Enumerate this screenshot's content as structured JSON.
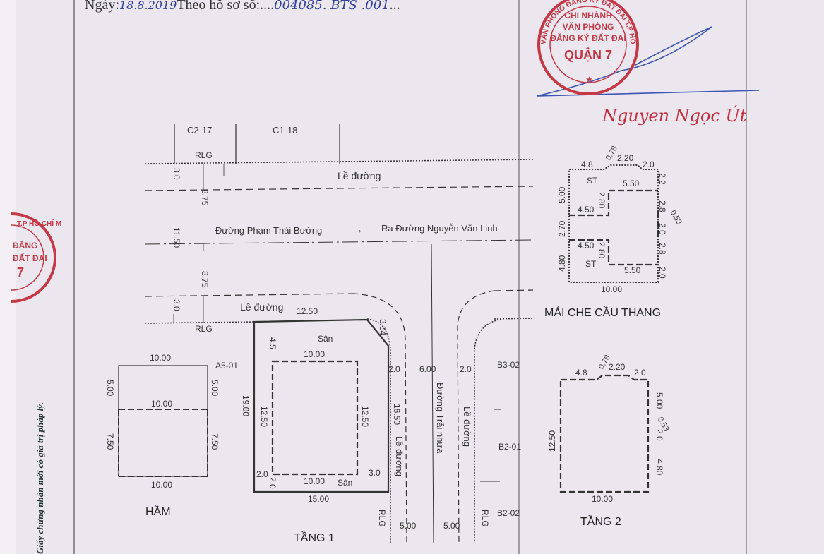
{
  "header": {
    "ngay_label": "Ngày:",
    "ngay_value": "18.8.2019",
    "theo_label": "Theo hồ sơ số:",
    "dots1": "....",
    "hoso_value": "004085. BTS .001",
    "dots2": "..."
  },
  "seal": {
    "line1": "CHI NHÁNH",
    "line2": "VĂN PHÒNG",
    "line3": "ĐĂNG KÝ ĐẤT ĐAI",
    "line4": "QUẬN 7",
    "ring": "VĂN PHÒNG ĐĂNG KÝ ĐẤT ĐAI T.P HỒ CHÍ MINH"
  },
  "signer_name": "Nguyen Ngọc Út",
  "left_seal": {
    "ring": "T.P HỒ CHÍ MINH",
    "text1": "ĐĂNG",
    "text2": "ĐẤT ĐAI",
    "text3": "7"
  },
  "legal_note": "Giấy chứng nhận mới có giá trị pháp lý.",
  "site": {
    "c2": "C2-17",
    "c1": "C1-18",
    "rlg_top": "RLG",
    "rlg_bottom": "RLG",
    "rlg_a": "RLG",
    "rlg_b": "RLG",
    "le_duong_top": "Lề đường",
    "le_duong_bottom": "Lề đường",
    "street": "Đường Phạm Thái Bường",
    "arrow": "→",
    "street_to": "Ra Đường Nguyễn Văn Linh",
    "dim_3_top": "3.0",
    "dim_875_top": "8.75",
    "dim_1150": "11.50",
    "dim_875_bot": "8.75",
    "dim_3_bot": "3.0",
    "road_trai_nhua": "Đường Trải nhựa",
    "le_duong_v1": "Lề đường",
    "le_duong_v2": "Lề đường",
    "dim_2a": "2.0",
    "dim_6": "6.00",
    "dim_2b": "2.0",
    "dim_5a": "5.00",
    "dim_5b": "5.00",
    "b3": "B3-02",
    "b2_01": "B2-01",
    "b2_02": "B2-02",
    "a5": "A5-01"
  },
  "ham": {
    "title": "HẦM",
    "w_top": "10.00",
    "w_mid": "10.00",
    "w_bot": "10.00",
    "h1l": "5.00",
    "h1r": "5.00",
    "h2l": "7.50",
    "h2r": "7.50"
  },
  "tang1": {
    "title": "TẦNG 1",
    "top": "12.50",
    "chamfer": "3.54",
    "san_top": "Sân",
    "inner_top": "10.00",
    "d45": "4.5",
    "height": "19.00",
    "inner_left": "12.50",
    "inner_right": "12.50",
    "right_full": "16.50",
    "d2l": "2.0",
    "d2b": "2.0",
    "d3": "3.0",
    "inner_bot": "10.00",
    "san_bot": "Sân",
    "bottom": "15.00"
  },
  "roof": {
    "title": "MÁI CHE CẦU THANG",
    "t48": "4.8",
    "t078": "0.78",
    "t220": "2.20",
    "t20": "2.0",
    "st1": "ST",
    "st2": "ST",
    "d550a": "5.50",
    "d550b": "5.50",
    "d450a": "4.50",
    "d450b": "4.50",
    "d280a": "2.80",
    "d280b": "2.80",
    "l500": "5.00",
    "l270": "2.70",
    "l480": "4.80",
    "r22": "2.2",
    "r28": "2.8",
    "r053": "0.53",
    "r20a": "2.0",
    "r28b": "2.8",
    "r20b": "2.0",
    "bottom": "10.00"
  },
  "tang2": {
    "title": "TẦNG 2",
    "t48": "4.8",
    "t078": "0.78",
    "t220": "2.20",
    "t20": "2.0",
    "left": "12.50",
    "r500": "5.00",
    "r053": "0.53",
    "r20": "2.0",
    "r480": "4.80",
    "bottom": "10.00"
  }
}
